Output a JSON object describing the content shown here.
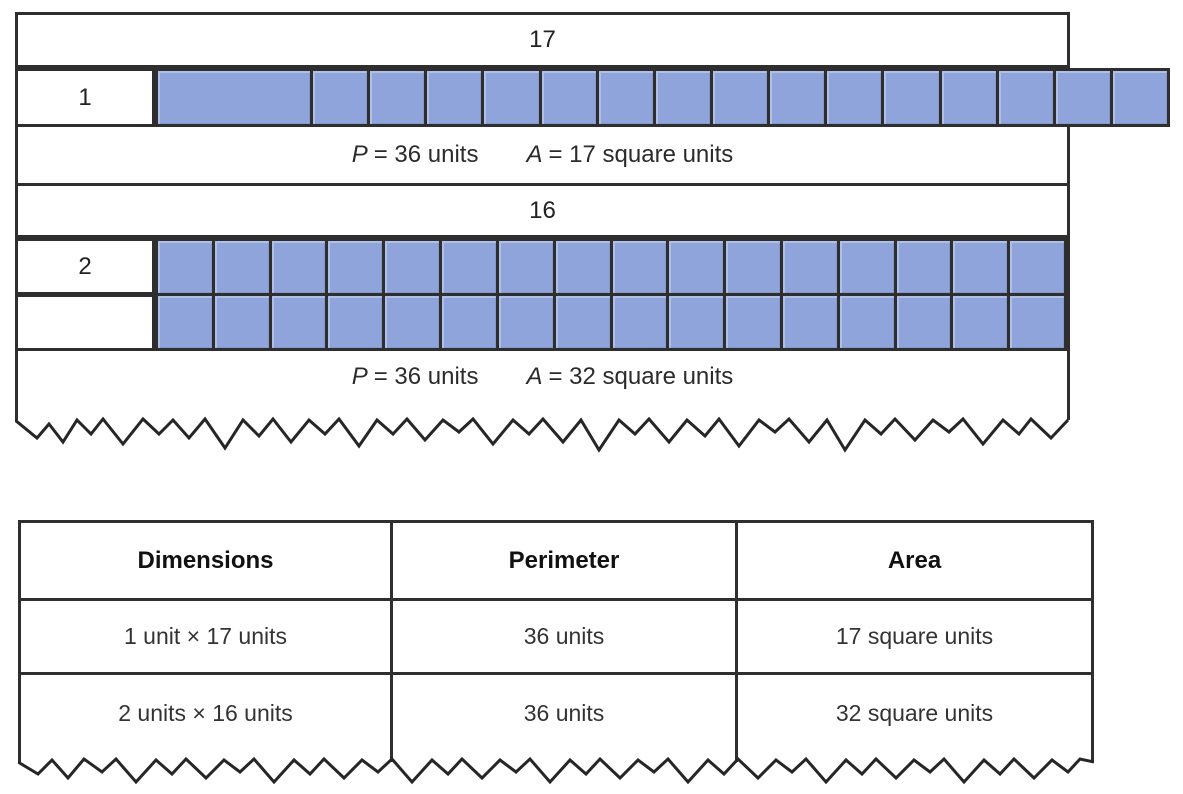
{
  "figure": {
    "model1": {
      "length_label": "17",
      "width_label": "1",
      "rows": 1,
      "columns": 17,
      "perimeter_symbol": "P",
      "perimeter_value": "= 36 units",
      "area_symbol": "A",
      "area_value": "= 17 square units"
    },
    "model2": {
      "length_label": "16",
      "width_label": "2",
      "rows": 2,
      "columns": 16,
      "perimeter_symbol": "P",
      "perimeter_value": "= 36 units",
      "area_symbol": "A",
      "area_value": "= 32 square units"
    }
  },
  "table": {
    "headers": [
      "Dimensions",
      "Perimeter",
      "Area"
    ],
    "rows": [
      [
        "1 unit × 17 units",
        "36 units",
        "17 square units"
      ],
      [
        "2 units × 16 units",
        "36 units",
        "32 square units"
      ]
    ]
  },
  "colors": {
    "square_fill": "#8EA4DA",
    "line": "#2E2E2E"
  }
}
